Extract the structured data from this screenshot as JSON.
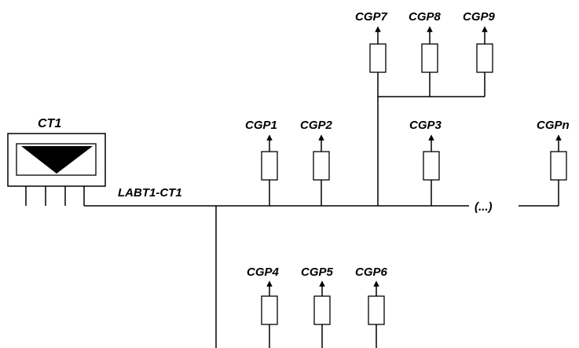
{
  "transformer": {
    "label": "CT1"
  },
  "line": {
    "label": "LABT1-CT1",
    "continuation": "(...)"
  },
  "cgp": [
    {
      "id": "cgp1",
      "label": "CGP1"
    },
    {
      "id": "cgp2",
      "label": "CGP2"
    },
    {
      "id": "cgp3",
      "label": "CGP3"
    },
    {
      "id": "cgpn",
      "label": "CGPn"
    },
    {
      "id": "cgp4",
      "label": "CGP4"
    },
    {
      "id": "cgp5",
      "label": "CGP5"
    },
    {
      "id": "cgp6",
      "label": "CGP6"
    },
    {
      "id": "cgp7",
      "label": "CGP7"
    },
    {
      "id": "cgp8",
      "label": "CGP8"
    },
    {
      "id": "cgp9",
      "label": "CGP9"
    }
  ],
  "colors": {
    "ink": "#000000",
    "background": "#ffffff"
  }
}
